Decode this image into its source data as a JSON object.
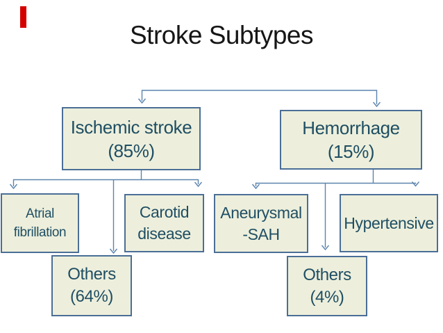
{
  "slide": {
    "title": "Stroke Subtypes"
  },
  "nodes": {
    "ischemic": {
      "line1": "Ischemic stroke",
      "line2": "(85%)"
    },
    "hemorrhage": {
      "line1": "Hemorrhage",
      "line2": "(15%)"
    },
    "atrial": {
      "line1": "Atrial",
      "line2": "fibrillation"
    },
    "carotid": {
      "line1": "Carotid",
      "line2": "disease"
    },
    "aneurysmal": {
      "line1": "Aneurysmal",
      "line2": "-SAH"
    },
    "hypertensive": {
      "line1": "Hypertensive"
    },
    "others_ischemic": {
      "line1": "Others",
      "line2": "(64%)"
    },
    "others_hemorrhage": {
      "line1": "Others",
      "line2": "(4%)"
    }
  },
  "hierarchy": {
    "root": "Stroke Subtypes",
    "branches": [
      {
        "parent": "Ischemic stroke (85%)",
        "children": [
          "Atrial fibrillation",
          "Carotid disease",
          "Others (64%)"
        ]
      },
      {
        "parent": "Hemorrhage (15%)",
        "children": [
          "Aneurysmal -SAH",
          "Hypertensive",
          "Others (4%)"
        ]
      }
    ]
  },
  "colors": {
    "box_fill": "#edefdc",
    "box_border": "#4a6e96",
    "box_text": "#1f4e63",
    "connector": "#5b84ae",
    "accent_bar": "#d40000",
    "title_text": "#161616",
    "background": "#ffffff"
  }
}
